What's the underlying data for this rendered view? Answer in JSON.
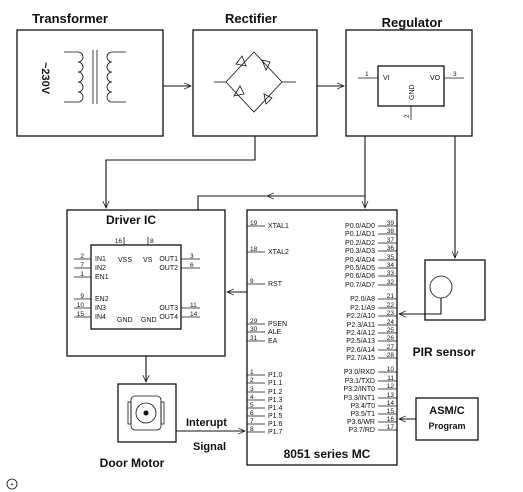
{
  "blocks": {
    "transformer": {
      "title": "Transformer",
      "voltage": "~230V"
    },
    "rectifier": {
      "title": "Rectifier"
    },
    "regulator": {
      "title": "Regulator",
      "pin_vi": "VI",
      "pin_vo": "VO",
      "pin_gnd": "GND",
      "pin1": "1",
      "pin3": "3",
      "pin2": "2"
    },
    "driver": {
      "title": "Driver IC",
      "top_pins": [
        "16",
        "8"
      ],
      "vss": "VSS",
      "vs": "VS",
      "left_pins": [
        {
          "num": "2",
          "name": "IN1"
        },
        {
          "num": "7",
          "name": "IN2"
        },
        {
          "num": "1",
          "name": "EN1"
        },
        {
          "num": "9",
          "name": "EN2"
        },
        {
          "num": "10",
          "name": "IN3"
        },
        {
          "num": "15",
          "name": "IN4"
        }
      ],
      "right_pins": [
        {
          "num": "3",
          "name": "OUT1"
        },
        {
          "num": "6",
          "name": "OUT2"
        },
        {
          "num": "11",
          "name": "OUT3"
        },
        {
          "num": "14",
          "name": "OUT4"
        }
      ],
      "gnd_labels": [
        "GND",
        "GND"
      ]
    },
    "mcu": {
      "title": "8051 series MC",
      "left_pins": [
        {
          "num": "19",
          "name": "XTAL1"
        },
        {
          "num": "18",
          "name": "XTAL2"
        },
        {
          "num": "9",
          "name": "RST"
        },
        {
          "num": "29",
          "name": "PSEN"
        },
        {
          "num": "30",
          "name": "ALE"
        },
        {
          "num": "31",
          "name": "EA"
        },
        {
          "num": "1",
          "name": "P1.0"
        },
        {
          "num": "2",
          "name": "P1.1"
        },
        {
          "num": "3",
          "name": "P1.2"
        },
        {
          "num": "4",
          "name": "P1.3"
        },
        {
          "num": "5",
          "name": "P1.4"
        },
        {
          "num": "6",
          "name": "P1.5"
        },
        {
          "num": "7",
          "name": "P1.6"
        },
        {
          "num": "8",
          "name": "P1.7"
        }
      ],
      "right_pins": [
        {
          "num": "39",
          "name": "P0.0/AD0"
        },
        {
          "num": "38",
          "name": "P0.1/AD1"
        },
        {
          "num": "37",
          "name": "P0.2/AD2"
        },
        {
          "num": "36",
          "name": "P0.3/AD3"
        },
        {
          "num": "35",
          "name": "P0.4/AD4"
        },
        {
          "num": "34",
          "name": "P0.5/AD5"
        },
        {
          "num": "33",
          "name": "P0.6/AD6"
        },
        {
          "num": "32",
          "name": "P0.7/AD7"
        },
        {
          "num": "21",
          "name": "P2.0/A8"
        },
        {
          "num": "22",
          "name": "P2.1/A9"
        },
        {
          "num": "23",
          "name": "P2.2/A10"
        },
        {
          "num": "24",
          "name": "P2.3/A11"
        },
        {
          "num": "25",
          "name": "P2.4/A12"
        },
        {
          "num": "26",
          "name": "P2.5/A13"
        },
        {
          "num": "27",
          "name": "P2.6/A14"
        },
        {
          "num": "28",
          "name": "P2.7/A15"
        },
        {
          "num": "10",
          "name": "P3.0/RXD"
        },
        {
          "num": "11",
          "name": "P3.1/TXD"
        },
        {
          "num": "12",
          "name": "P3.2/INT0"
        },
        {
          "num": "13",
          "name": "P3.3/INT1"
        },
        {
          "num": "14",
          "name": "P3.4/T0"
        },
        {
          "num": "15",
          "name": "P3.5/T1"
        },
        {
          "num": "16",
          "name": "P3.6/WR"
        },
        {
          "num": "17",
          "name": "P3.7/RD"
        }
      ]
    },
    "pir": {
      "title": "PIR sensor"
    },
    "asm": {
      "line1": "ASM/C",
      "line2": "Program"
    },
    "motor": {
      "title": "Door Motor"
    },
    "interrupt": {
      "line1": "Interupt",
      "line2": "Signal"
    }
  }
}
